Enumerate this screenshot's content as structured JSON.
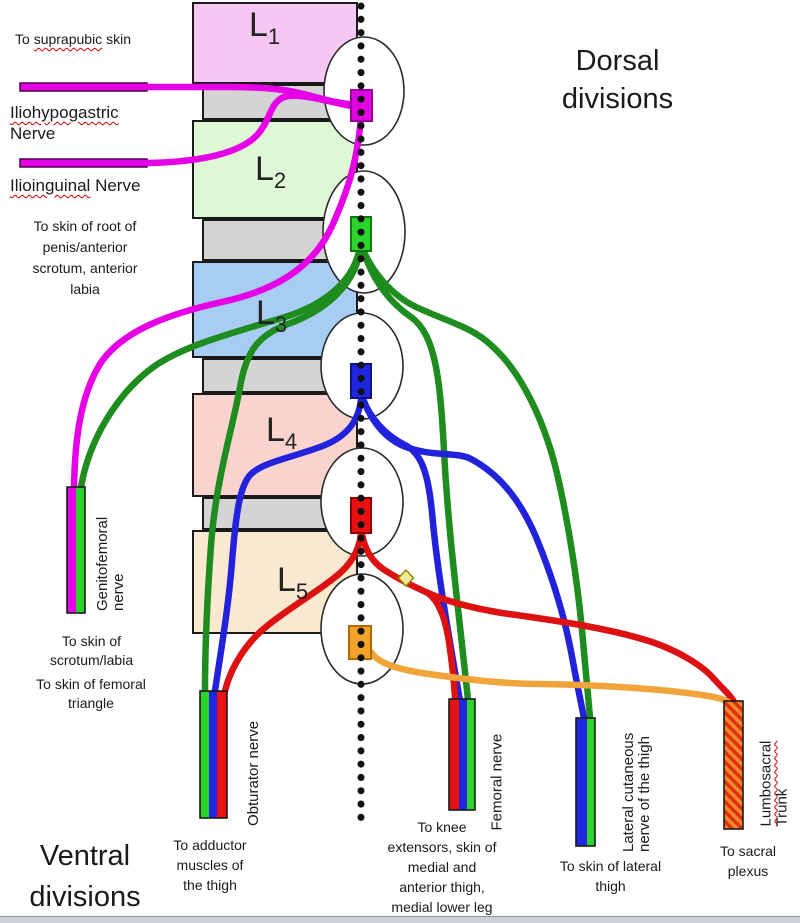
{
  "headings": {
    "dorsal_line1": "Dorsal",
    "dorsal_line2": "divisions",
    "ventral_line1": "Ventral",
    "ventral_line2": "divisions"
  },
  "spine": {
    "vertebrae": [
      {
        "letter": "L",
        "sub": "1",
        "fill": "#f7c7f3"
      },
      {
        "letter": "L",
        "sub": "2",
        "fill": "#def7d5"
      },
      {
        "letter": "L",
        "sub": "3",
        "fill": "#a8cdf4"
      },
      {
        "letter": "L",
        "sub": "4",
        "fill": "#f9d4ce"
      },
      {
        "letter": "L",
        "sub": "5",
        "fill": "#fbe8d0"
      }
    ],
    "disc_fill": "#d4d4d4"
  },
  "left_labels": {
    "suprapubic_pre": "To ",
    "suprapubic_word": "suprapubic",
    "suprapubic_post": " skin",
    "iliohypogastric_word": "Iliohypogastric",
    "iliohypogastric_line2": "Nerve",
    "ilioinguinal_word": "Ilioinguinal",
    "ilioinguinal_rest": " Nerve",
    "penis_lines": [
      "To skin of root of",
      "penis/anterior",
      "scrotum, anterior",
      "labia"
    ],
    "scrotum_lines": [
      "To skin of",
      "scrotum/labia"
    ],
    "femoral_triangle_lines": [
      "To skin of femoral",
      "triangle"
    ]
  },
  "trunk_labels": {
    "genitofemoral_line1": "Genitofemoral",
    "genitofemoral_line2": "nerve",
    "obturator": "Obturator nerve",
    "femoral": "Femoral nerve",
    "lateral_line1": "Lateral cutaneous",
    "lateral_line2": "nerve of the thigh",
    "lumbosacral_word": "Lumbosacral",
    "lumbosacral_line2": "Trunk"
  },
  "bottom_labels": {
    "adductor_lines": [
      "To adductor",
      "muscles of",
      "the thigh"
    ],
    "knee_lines": [
      "To knee",
      "extensors, skin of",
      "medial and",
      "anterior thigh,",
      "medial lower leg"
    ],
    "lateral_thigh_lines": [
      "To skin of lateral",
      "thigh"
    ],
    "sacral_lines": [
      "To sacral",
      "plexus"
    ]
  },
  "colors": {
    "magenta_nerve": "#e500e5",
    "green_nerve": "#1e8c1e",
    "blue_nerve": "#2222dd",
    "red_nerve": "#dd1111",
    "orange_nerve": "#f0a43a",
    "root_magenta": "#e000e0",
    "root_green": "#2dd42d",
    "root_blue": "#2025e0",
    "root_red": "#e81111",
    "root_orange": "#f5a228",
    "diamond_fill": "#f2ea9a",
    "lumbosacral_hatch_orange": "#f08a2a",
    "lumbosacral_hatch_red": "#e03010"
  }
}
